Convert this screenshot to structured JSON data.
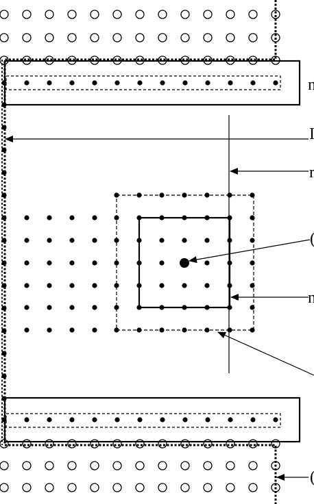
{
  "diagram": {
    "type": "grid-boundary-schematic",
    "colors": {
      "ink": "#000000",
      "background": "#ffffff"
    },
    "point_kinds": [
      "open-circle",
      "filled-dot",
      "large-filled-dot"
    ],
    "line_styles": [
      "solid",
      "dashed",
      "dotted-thick"
    ],
    "labels": {
      "top_strip": "n",
      "left_boundary": "I",
      "vertical_line": "r",
      "center_point": "(",
      "inner_square": "n",
      "outer_dashed_square": "",
      "bottom_right": "("
    }
  }
}
